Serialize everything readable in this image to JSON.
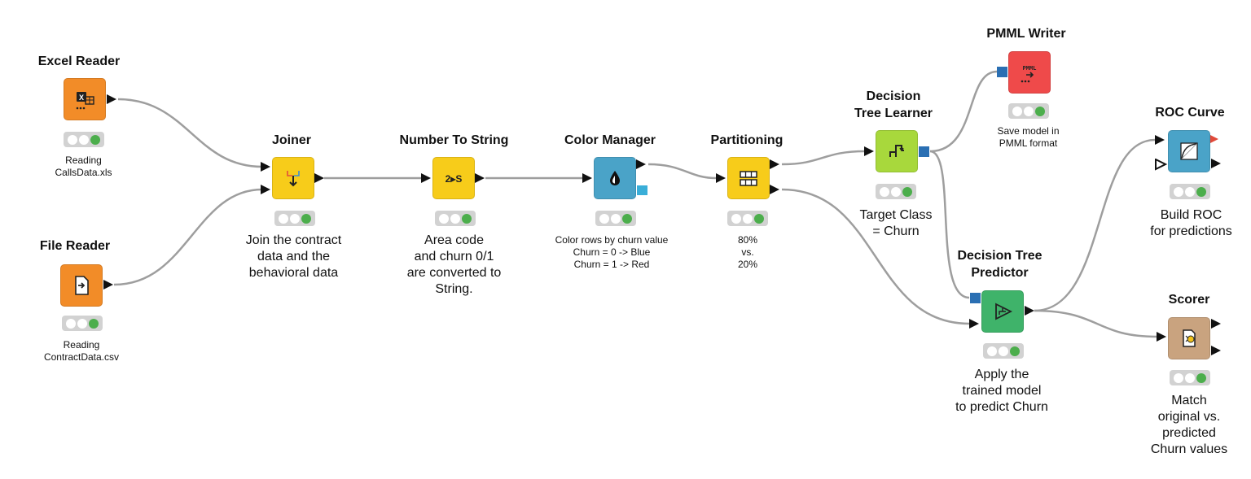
{
  "nodes": {
    "excel_reader": {
      "title": "Excel Reader",
      "desc": "Reading\nCallsData.xls",
      "icon": "excel-reader-icon",
      "color": "#f28c28"
    },
    "file_reader": {
      "title": "File Reader",
      "desc": "Reading\nContractData.csv",
      "icon": "file-reader-icon",
      "color": "#f28c28"
    },
    "joiner": {
      "title": "Joiner",
      "desc": "Join the contract\ndata and the\nbehavioral data",
      "icon": "joiner-icon",
      "color": "#f7cc1a"
    },
    "number_to_string": {
      "title": "Number To String",
      "desc": "Area code\nand churn 0/1\nare converted to\nString.",
      "icon": "number-to-string-icon",
      "color": "#f7cc1a"
    },
    "color_manager": {
      "title": "Color Manager",
      "desc": "Color rows by churn value\nChurn = 0 -> Blue\nChurn = 1 -> Red",
      "icon": "color-manager-icon",
      "color": "#4aa3c8"
    },
    "partitioning": {
      "title": "Partitioning",
      "desc": "80%\nvs.\n20%",
      "icon": "partitioning-icon",
      "color": "#f7cc1a"
    },
    "dt_learner": {
      "title": "Decision\nTree Learner",
      "desc": "Target Class\n= Churn",
      "icon": "decision-tree-learner-icon",
      "color": "#a8d83c"
    },
    "pmml_writer": {
      "title": "PMML Writer",
      "desc": "Save model in\nPMML format",
      "icon": "pmml-writer-icon",
      "icon_text": "PMML",
      "color": "#ef4a4a"
    },
    "dt_predictor": {
      "title": "Decision Tree\nPredictor",
      "desc": "Apply the\ntrained model\nto predict Churn",
      "icon": "decision-tree-predictor-icon",
      "color": "#3fb36a"
    },
    "roc_curve": {
      "title": "ROC Curve",
      "desc": "Build ROC\nfor predictions",
      "icon": "roc-curve-icon",
      "color": "#4aa3c8"
    },
    "scorer": {
      "title": "Scorer",
      "desc": "Match\noriginal vs.\npredicted\nChurn values",
      "icon": "scorer-icon",
      "color": "#c9a37f"
    }
  },
  "colors": {
    "wire": "#9e9e9e",
    "port_data": "#111111",
    "port_model": "#2a6fb3",
    "port_view": "#3aaed8"
  }
}
